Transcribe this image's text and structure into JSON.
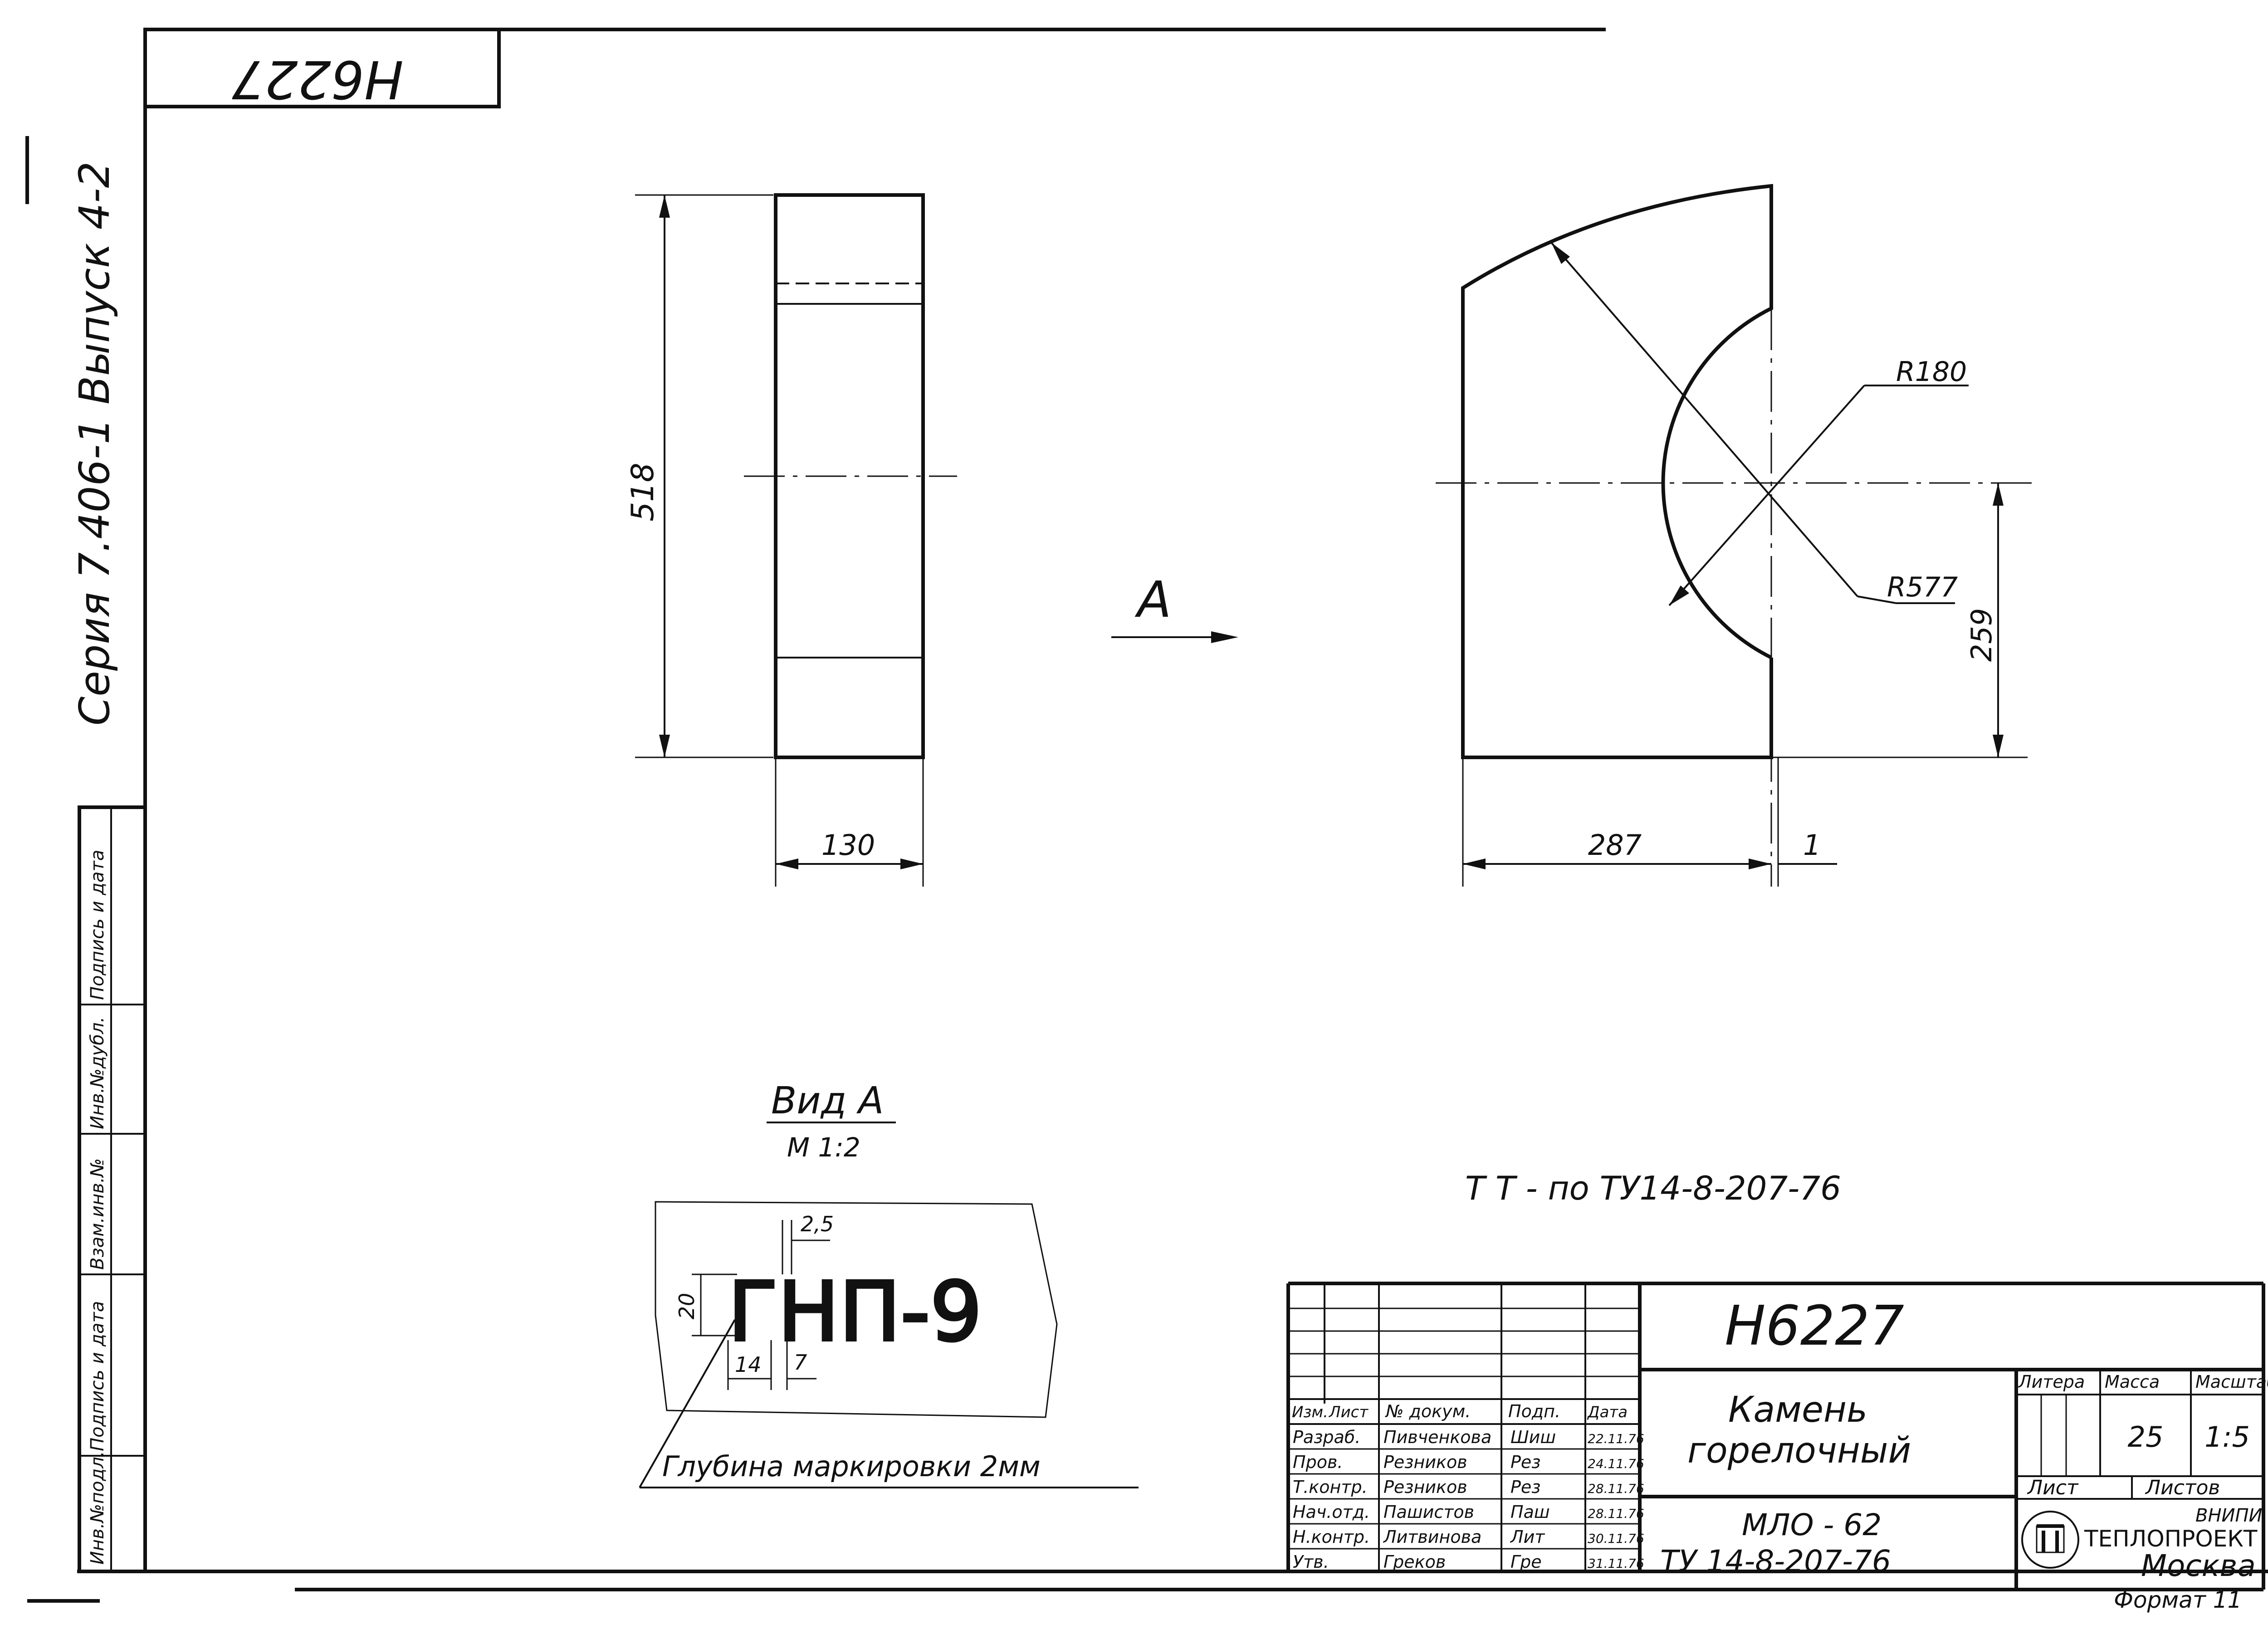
{
  "drawing": {
    "code": "Н6227",
    "code_corner": "Н6227",
    "series_text": "Серия 7.406-1   Выпуск 4-2",
    "side_stamp_labels": [
      "Инв.№подл.",
      "Подпись и дата",
      "Взам.инв.№",
      "Инв.№дубл.",
      "Подпись и дата"
    ],
    "dimensions": {
      "height": "518",
      "width": "130",
      "base": "287",
      "gap": "1",
      "half_height": "259",
      "r_inner": "R180",
      "r_outer": "R577"
    },
    "view_arrow_label": "А",
    "view_title": "Вид А",
    "view_scale": "М 1:2",
    "marking": {
      "text": "ГНП-9",
      "dim_height": "20",
      "dim_stroke": "2,5",
      "dim_width": "14",
      "dim_gap": "7",
      "depth_note": "Глубина маркировки 2мм"
    },
    "tech_requirements": "Т Т - по ТУ14-8-207-76"
  },
  "title_block": {
    "header": {
      "izm": "Изм.",
      "list": "Лист",
      "doc": "№ докум.",
      "sign": "Подп.",
      "date": "Дата"
    },
    "rows": [
      {
        "role": "Разраб.",
        "name": "Пивченкова",
        "sign": "Шиш",
        "date": "22.11.76"
      },
      {
        "role": "Пров.",
        "name": "Резников",
        "sign": "Рез",
        "date": "24.11.76"
      },
      {
        "role": "Т.контр.",
        "name": "Резников",
        "sign": "Рез",
        "date": "28.11.76"
      },
      {
        "role": "Нач.отд.",
        "name": "Пашистов",
        "sign": "Паш",
        "date": "28.11.76"
      },
      {
        "role": "Н.контр.",
        "name": "Литвинова",
        "sign": "Лит",
        "date": "30.11.76"
      },
      {
        "role": "Утв.",
        "name": "Греков",
        "sign": "Гре",
        "date": "31.11.76"
      }
    ],
    "designation": "Н6227",
    "name_line1": "Камень",
    "name_line2": "горелочный",
    "material_line1": "МЛО - 62",
    "material_line2": "ТУ 14-8-207-76",
    "litera_label": "Литера",
    "mass_label": "Масса",
    "scale_label": "Масштаб",
    "mass_value": "25",
    "scale_value": "1:5",
    "sheet_label": "Лист",
    "sheets_label": "Листов",
    "org_small": "ВНИПИ",
    "org_name": "ТЕПЛОПРОЕКТ",
    "city": "Москва",
    "format_label": "Формат 11"
  }
}
